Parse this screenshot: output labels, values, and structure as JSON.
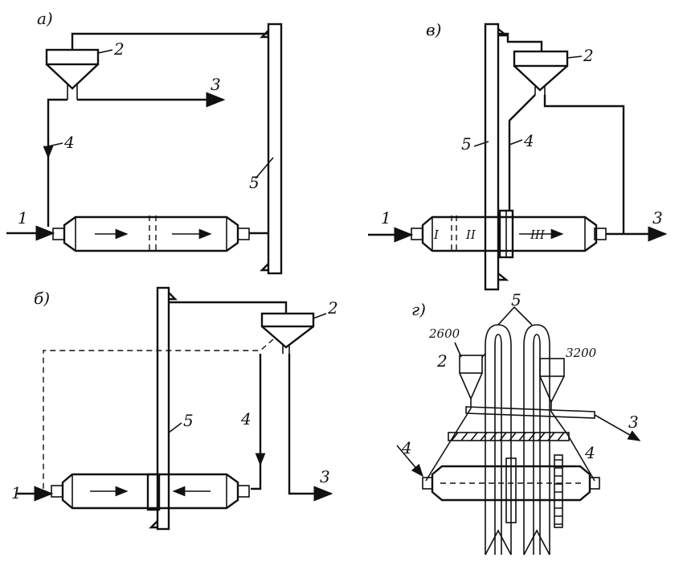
{
  "panels": {
    "a": {
      "letter": "а)",
      "labels": {
        "cyclone": "2",
        "product": "3",
        "pipe": "4",
        "riser": "5",
        "feed": "1"
      }
    },
    "v": {
      "letter": "в)",
      "labels": {
        "cyclone": "2",
        "product": "3",
        "pipe": "4",
        "riser": "5",
        "feed": "1"
      },
      "zones": [
        "I",
        "II",
        "III"
      ]
    },
    "b": {
      "letter": "б)",
      "labels": {
        "cyclone": "2",
        "product": "3",
        "pipe": "4",
        "riser": "5",
        "feed": "1"
      }
    },
    "g": {
      "letter": "г)",
      "labels": {
        "riser": "5",
        "cyclone": "2",
        "product": "3",
        "pipe_left": "4",
        "pipe_right": "4"
      },
      "dims": {
        "left": "2600",
        "right": "3200"
      }
    }
  }
}
